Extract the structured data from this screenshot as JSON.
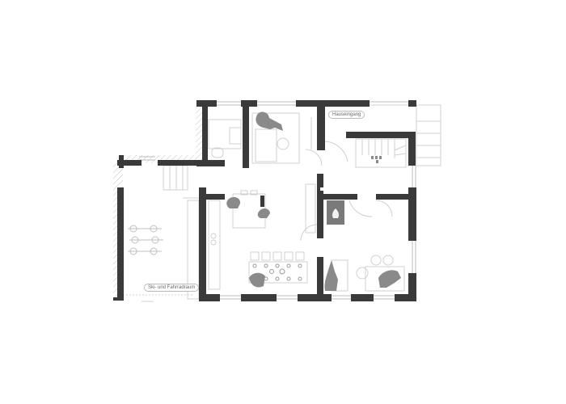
{
  "plan": {
    "type": "floor-plan",
    "colors": {
      "wall": "#3a3a3a",
      "thin_line": "#c8c8c8",
      "hatch": "#bdbdbd",
      "furniture": "#d6d6d6",
      "figure": "#8a8a8a",
      "fireplace": "#7a7a7a",
      "background": "#ffffff"
    },
    "rooms": [
      {
        "id": "entrance",
        "label": "Hauseingang"
      },
      {
        "id": "ski-bike-room",
        "label": "Ski- und Fahrradraum"
      },
      {
        "id": "living-dining",
        "label": ""
      },
      {
        "id": "bathroom",
        "label": ""
      },
      {
        "id": "bedroom",
        "label": ""
      },
      {
        "id": "stair-hall",
        "label": ""
      },
      {
        "id": "fireplace-lounge",
        "label": ""
      }
    ],
    "symbols": {
      "fireplace": "flame-icon",
      "people": [
        "person-reclining",
        "person-chair",
        "person-sitting",
        "person-dining",
        "person-standing",
        "person-armchair"
      ],
      "bikes": 3
    }
  }
}
